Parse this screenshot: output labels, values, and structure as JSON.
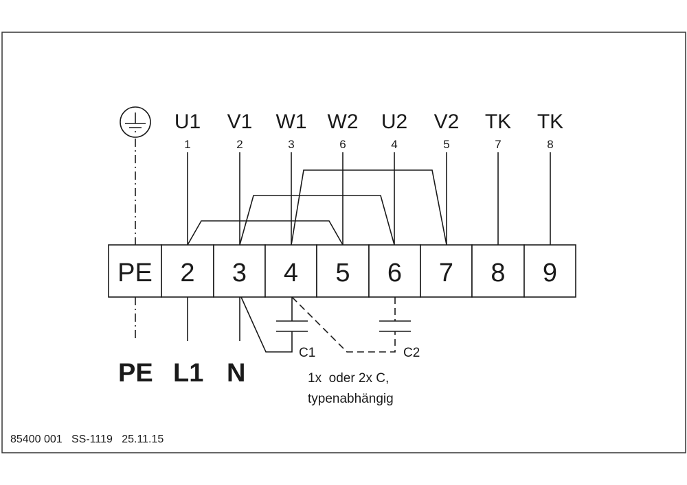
{
  "winding_labels": [
    {
      "name": "U1",
      "num": "1"
    },
    {
      "name": "V1",
      "num": "2"
    },
    {
      "name": "W1",
      "num": "3"
    },
    {
      "name": "W2",
      "num": "6"
    },
    {
      "name": "U2",
      "num": "4"
    },
    {
      "name": "V2",
      "num": "5"
    },
    {
      "name": "TK",
      "num": "7"
    },
    {
      "name": "TK",
      "num": "8"
    }
  ],
  "terminals": [
    "PE",
    "2",
    "3",
    "4",
    "5",
    "6",
    "7",
    "8",
    "9"
  ],
  "supply": {
    "pe": "PE",
    "l1": "L1",
    "n": "N"
  },
  "capacitors": {
    "c1": "C1",
    "c2": "C2"
  },
  "note": {
    "line1": "1x  oder 2x C,",
    "line2": "typenabhängig"
  },
  "footer": "85400 001   SS-1119   25.11.15",
  "icons": {
    "earth": "ground-symbol"
  }
}
